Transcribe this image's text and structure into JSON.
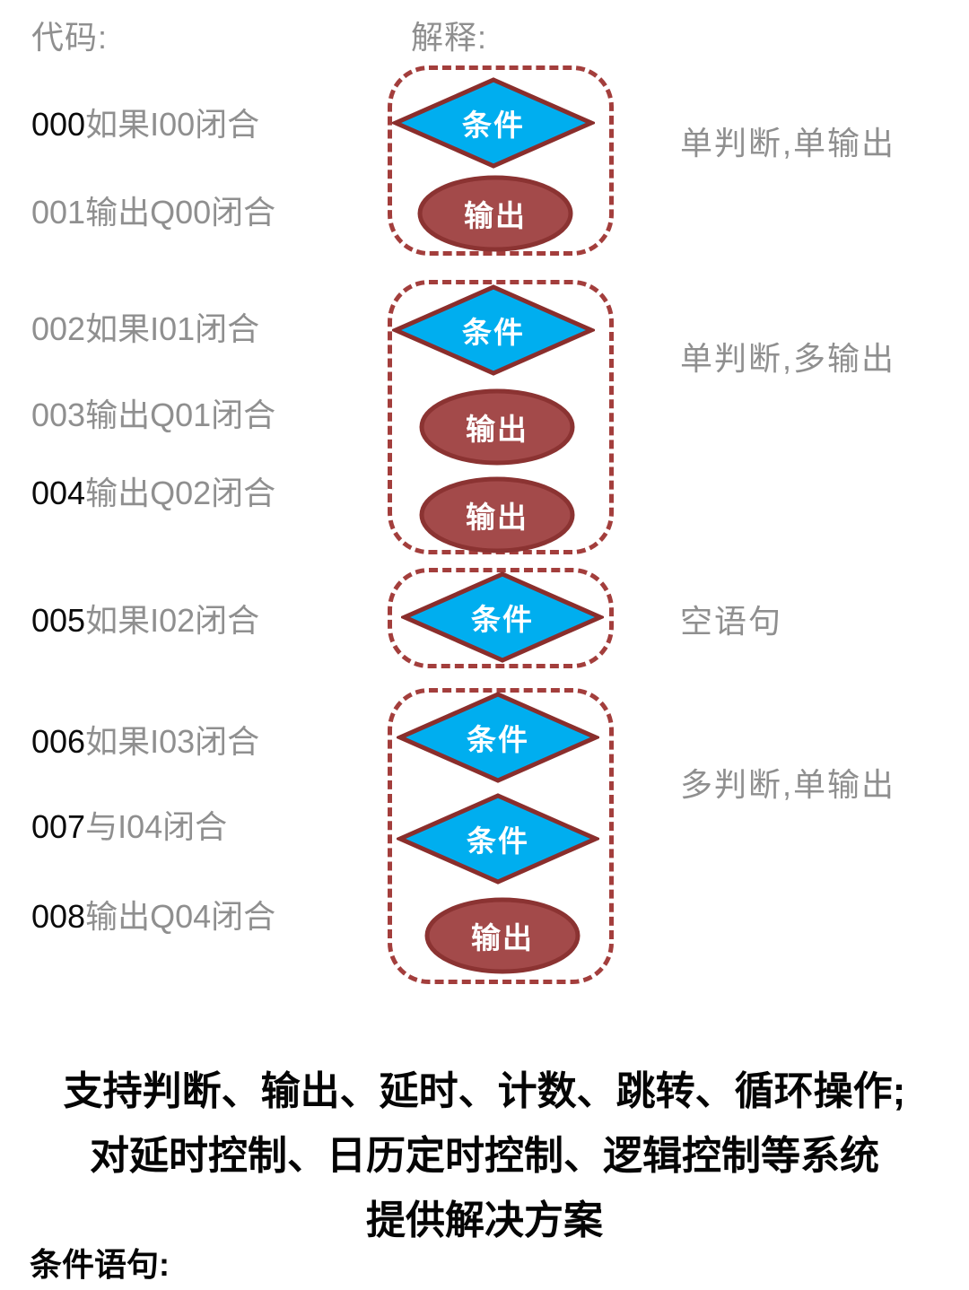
{
  "headers": {
    "code": "代码:",
    "explain": "解释:"
  },
  "code_lines": [
    {
      "num": "000",
      "text": "如果I00闭合"
    },
    {
      "num": "001",
      "text": "输出Q00闭合"
    },
    {
      "num": "002",
      "text": "如果I01闭合"
    },
    {
      "num": "003",
      "text": "输出Q01闭合"
    },
    {
      "num": "004",
      "text": "输出Q02闭合"
    },
    {
      "num": "005",
      "text": "如果I02闭合"
    },
    {
      "num": "006",
      "text": "如果I03闭合"
    },
    {
      "num": "007",
      "text": "与I04闭合"
    },
    {
      "num": "008",
      "text": "输出Q04闭合"
    }
  ],
  "shapes": {
    "condition": "条件",
    "output": "输出"
  },
  "annotations": [
    "单判断,单输出",
    "单判断,多输出",
    "空语句",
    "多判断,单输出"
  ],
  "footer": {
    "line1": "支持判断、输出、延时、计数、跳转、循环操作;",
    "line2": "对延时控制、日历定时控制、逻辑控制等系统",
    "line3": "提供解决方案",
    "caption": "条件语句:"
  },
  "colors": {
    "gray_text": "#8f8f8f",
    "black_text": "#0a0a0a",
    "diamond_fill": "#00aeef",
    "shape_border": "#8a2e2c",
    "ellipse_fill": "#a34a4a",
    "dashed_box_border": "#a33e3c"
  }
}
